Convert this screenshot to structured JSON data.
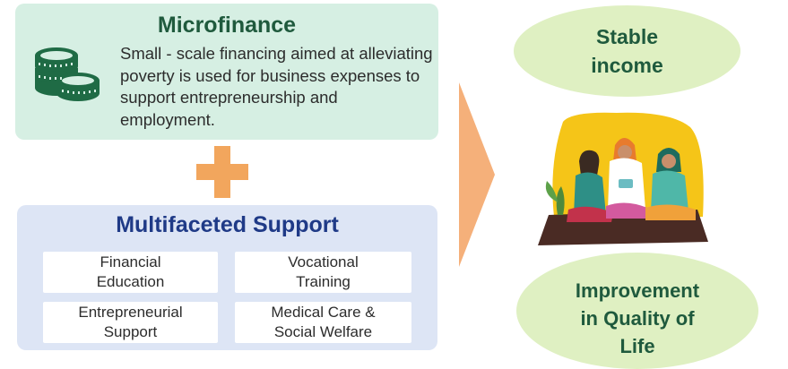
{
  "microfinance": {
    "title": "Microfinance",
    "description": "Small - scale financing aimed at alleviating poverty is used for business expenses to support entrepreneurship and employment.",
    "icon": "coins-icon"
  },
  "plus": {
    "icon": "plus-icon",
    "color": "#f2a65d"
  },
  "multifaceted": {
    "title": "Multifaceted Support",
    "items": [
      {
        "label": "Financial\nEducation"
      },
      {
        "label": "Vocational\nTraining"
      },
      {
        "label": "Entrepreneurial\nSupport"
      },
      {
        "label": "Medical Care &\nSocial Welfare"
      }
    ]
  },
  "arrow": {
    "icon": "arrow-right-icon",
    "color": "#f5b07a"
  },
  "outcomes": {
    "stable_income": "Stable\nincome",
    "quality_of_life": "Improvement\nin Quality of\nLife"
  },
  "illustration": {
    "icon": "women-group-illustration"
  },
  "colors": {
    "green_box": "#d6efe3",
    "blue_box": "#dde5f5",
    "green_title": "#1f5a3d",
    "blue_title": "#1f3a87",
    "ellipse": "#dff0c2"
  }
}
